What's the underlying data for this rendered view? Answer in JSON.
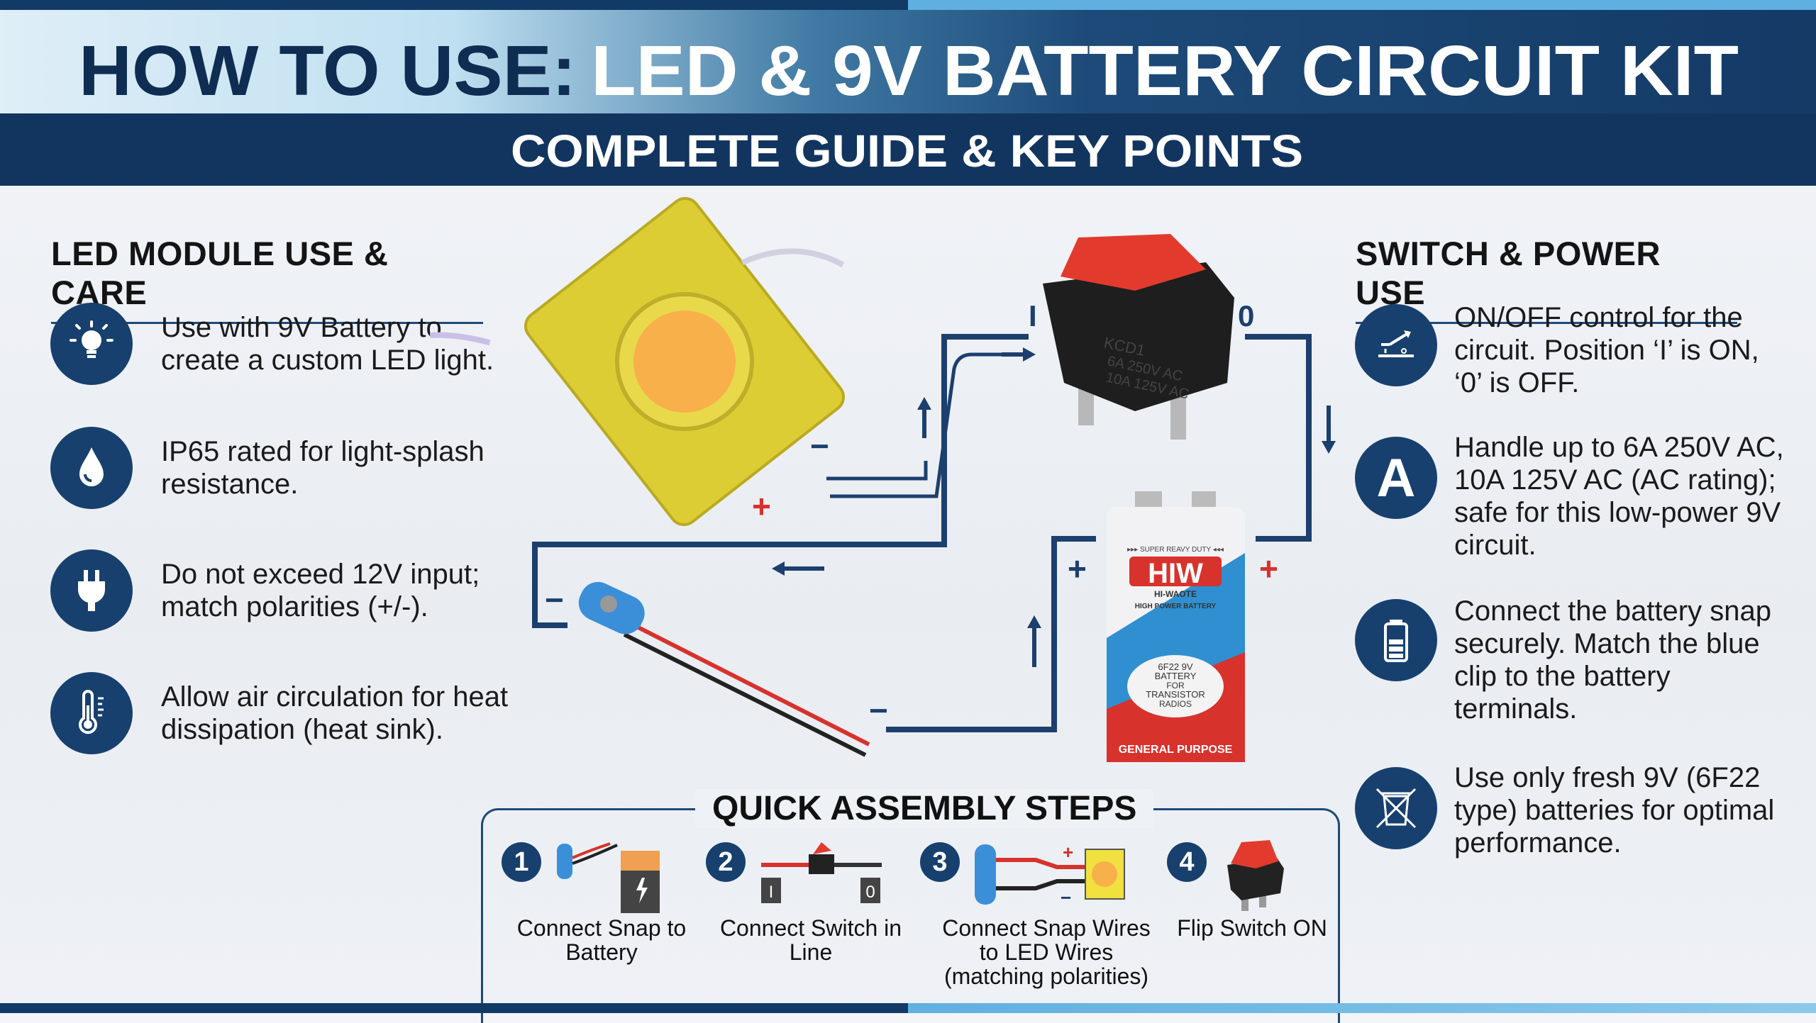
{
  "header": {
    "title_dark": "HOW TO USE:",
    "title_light": "LED & 9V BATTERY CIRCUIT KIT",
    "subtitle": "COMPLETE GUIDE & KEY POINTS"
  },
  "left": {
    "heading": "LED MODULE USE & CARE",
    "items": [
      {
        "icon": "lightbulb-icon",
        "text": "Use with 9V Battery to create a custom LED light."
      },
      {
        "icon": "water-drop-icon",
        "text": "IP65 rated for light-splash resistance."
      },
      {
        "icon": "plug-icon",
        "text": "Do not exceed 12V input; match polarities (+/-)."
      },
      {
        "icon": "thermometer-icon",
        "text": "Allow air circulation for heat dissipation (heat sink)."
      }
    ]
  },
  "right": {
    "heading": "SWITCH & POWER USE",
    "items": [
      {
        "icon": "switch-toggle-icon",
        "text": "ON/OFF control for the circuit. Position ‘I’ is ON, ‘0’ is OFF."
      },
      {
        "icon": "ampere-icon",
        "glyph": "A",
        "text": "Handle up to 6A 250V AC, 10A 125V AC (AC rating); safe for this low-power 9V circuit."
      },
      {
        "icon": "battery-icon",
        "text": "Connect the battery snap securely. Match the blue clip to the battery terminals."
      },
      {
        "icon": "no-trash-bin-icon",
        "text": "Use only fresh 9V (6F22 type) batteries for optimal performance."
      }
    ]
  },
  "diagram": {
    "switch_on_label": "I",
    "switch_off_label": "0",
    "plus": "+",
    "minus": "−",
    "battery": {
      "tagline": "▸▸▸ SUPER REAVY DUTY ◂◂◂",
      "brand": "HIW",
      "sub_brand": "HI-WAOTE",
      "type": "HIGH POWER BATTERY",
      "oval": [
        "6F22 9V",
        "BATTERY",
        "FOR",
        "TRANSISTOR",
        "RADIOS"
      ],
      "footer": "GENERAL PURPOSE"
    },
    "switch_markings": [
      "KCD1",
      "6A 250V AC",
      "10A 125V AC"
    ]
  },
  "steps": {
    "title": "QUICK ASSEMBLY STEPS",
    "items": [
      {
        "num": "1",
        "label": "Connect Snap to Battery"
      },
      {
        "num": "2",
        "label": "Connect Switch in Line",
        "marks": [
          "I",
          "0"
        ]
      },
      {
        "num": "3",
        "label": "Connect Snap Wires to LED Wires (matching polarities)"
      },
      {
        "num": "4",
        "label": "Flip Switch ON"
      }
    ]
  },
  "colors": {
    "navy": "#17406e",
    "red": "#d8322c",
    "led_yellow": "#e2d23a",
    "led_orange": "#f8b04a"
  }
}
